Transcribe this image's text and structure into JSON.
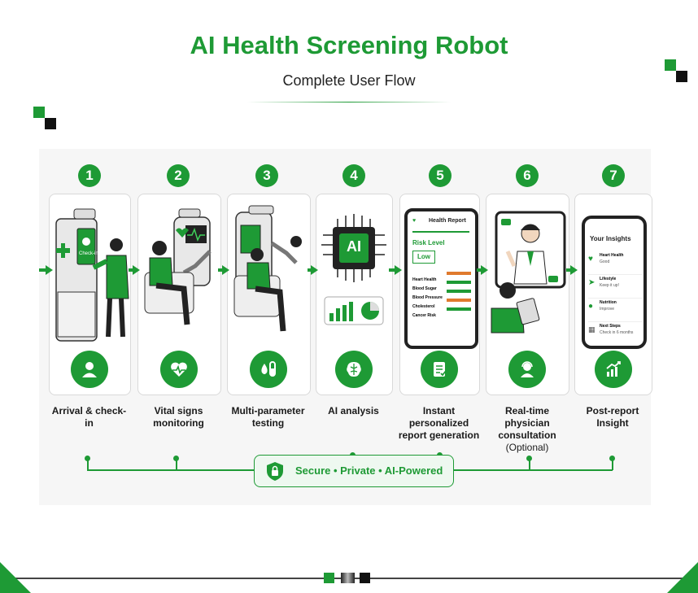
{
  "title": "AI Health Screening Robot",
  "subtitle": "Complete User Flow",
  "steps": [
    {
      "num": "1",
      "label": "Arrival & check-in",
      "screen_text": "Check-in",
      "icon": "user-icon"
    },
    {
      "num": "2",
      "label": "Vital signs monitoring",
      "icon": "heart-pulse-icon"
    },
    {
      "num": "3",
      "label": "Multi-parameter testing",
      "icon": "test-tube-drop-icon"
    },
    {
      "num": "4",
      "label": "AI analysis",
      "chip_text": "AI",
      "icon": "brain-icon"
    },
    {
      "num": "5",
      "label": "Instant personalized report generation",
      "icon": "report-document-icon"
    },
    {
      "num": "6",
      "label": "Real-time physician consultation",
      "label_note": "(Optional)",
      "icon": "physician-headset-icon"
    },
    {
      "num": "7",
      "label": "Post-report Insight",
      "icon": "growth-chart-icon"
    }
  ],
  "report": {
    "title": "Health Report",
    "risk_label": "Risk Level",
    "risk_value": "Low",
    "rows": [
      "Heart Health",
      "Blood Sugar",
      "Blood Pressure",
      "Cholesterol",
      "Cancer Risk"
    ]
  },
  "insights": {
    "title": "Your Insights",
    "items": [
      {
        "name": "Heart Health",
        "value": "Good"
      },
      {
        "name": "Lifestyle",
        "value": "Keep it up!"
      },
      {
        "name": "Nutrition",
        "value": "Improve"
      },
      {
        "name": "Next Steps",
        "value": "Check in 6 months"
      }
    ]
  },
  "footer_badge": "Secure • Private • AI-Powered",
  "colors": {
    "brand_green": "#1e9a35",
    "dark": "#111111",
    "light_green": "#eef8f0"
  }
}
